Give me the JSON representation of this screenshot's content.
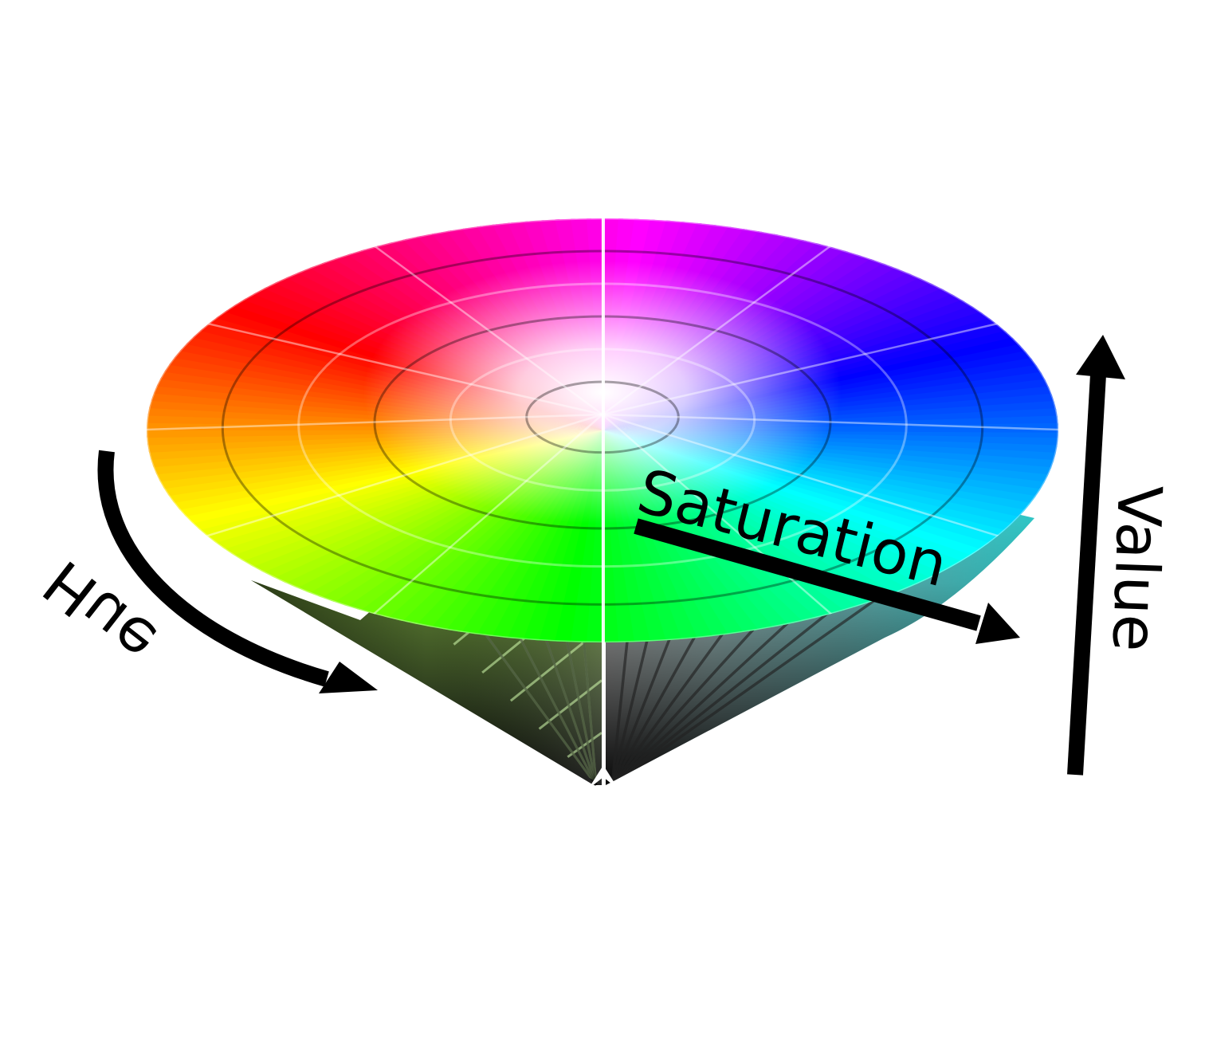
{
  "diagram": {
    "labels": {
      "hue": "Hue",
      "saturation": "Saturation",
      "value": "Value"
    },
    "colors": {
      "background": "#ffffff",
      "arrow": "#000000",
      "text": "#000000",
      "hue_red": "#ff0000",
      "hue_yellow": "#ffff00",
      "hue_green": "#00ff00",
      "hue_cyan": "#00ffff",
      "hue_blue": "#0000ff",
      "hue_magenta": "#ff00ff",
      "apex": "#000000",
      "center": "#ffffff"
    },
    "icons": {
      "hue_arrow": "curved-arrow-icon",
      "saturation_arrow": "straight-arrow-icon",
      "value_arrow": "straight-arrow-icon"
    }
  }
}
